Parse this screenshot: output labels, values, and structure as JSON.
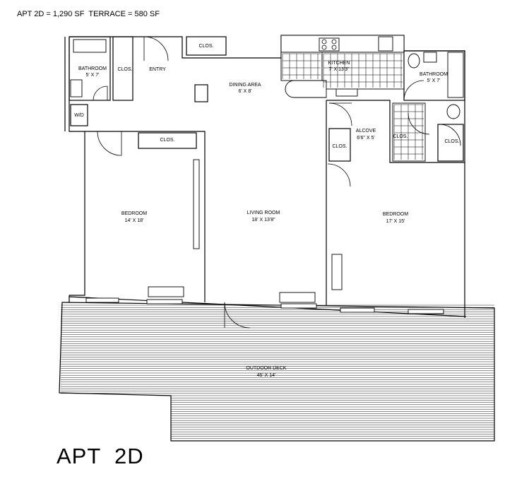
{
  "header": "APT 2D = 1,290 SF  TERRACE = 580 SF",
  "footer": "APT  2D",
  "rooms": {
    "bath_left": {
      "name": "BATHROOM",
      "dims": "5' X 7'"
    },
    "clos_left": {
      "name": "CLOS."
    },
    "entry": {
      "name": "ENTRY"
    },
    "clos_top": {
      "name": "CLOS."
    },
    "dining": {
      "name": "DINING  AREA",
      "dims": "6' X  8'"
    },
    "kitchen": {
      "name": "KITCHEN",
      "dims": "7' X  13'3\""
    },
    "bath_right": {
      "name": "BATHROOM",
      "dims": "5' X  7'"
    },
    "wd": {
      "name": "W/D"
    },
    "clos_bed": {
      "name": "CLOS."
    },
    "alcove": {
      "name": "ALCOVE",
      "dims": "6'6\" X  5'"
    },
    "clos_alcove": {
      "name": "CLOS."
    },
    "clos_right1": {
      "name": "CLOS."
    },
    "clos_right2": {
      "name": "CLOS."
    },
    "bedroom_left": {
      "name": "BEDROOM",
      "dims": "14' X  18'"
    },
    "living": {
      "name": "LIVING  ROOM",
      "dims": "18' X  13'8\""
    },
    "bedroom_right": {
      "name": "BEDROOM",
      "dims": "17' X  15'"
    },
    "deck": {
      "name": "OUTDOOR DECK",
      "dims": "45' X  14'"
    }
  }
}
